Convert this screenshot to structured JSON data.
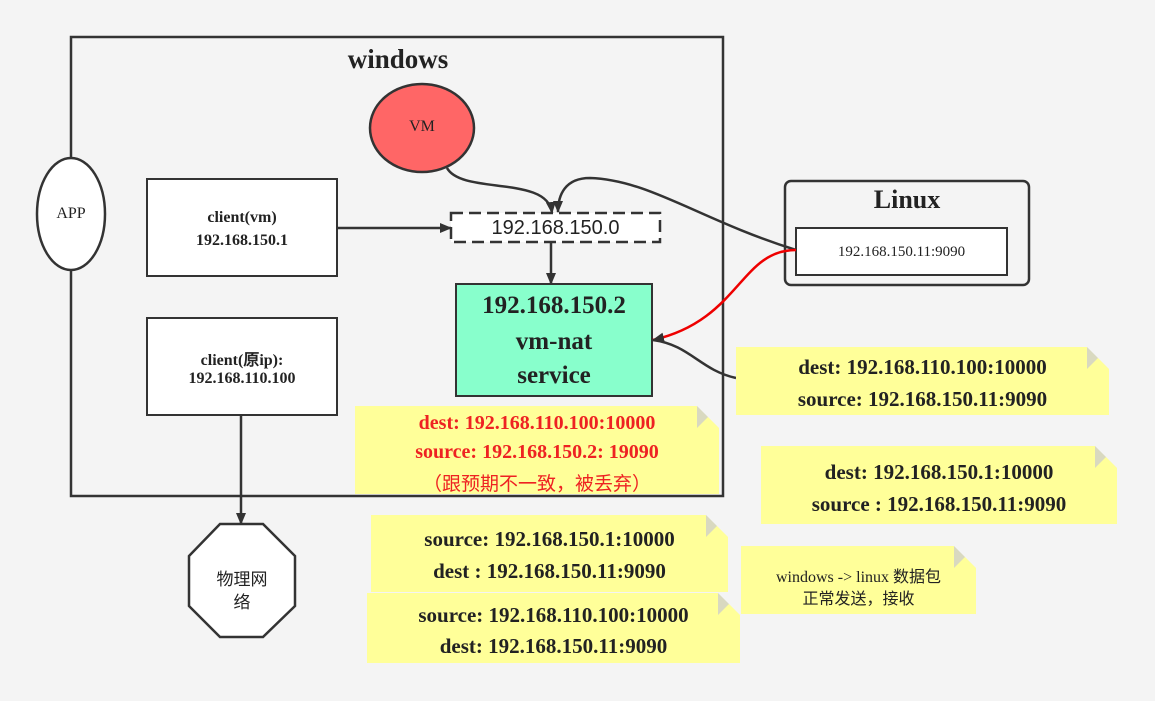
{
  "windows": {
    "title": "windows"
  },
  "vm": {
    "label": "VM"
  },
  "app": {
    "label": "APP"
  },
  "client_vm": {
    "line1": "client(vm)",
    "line2": "192.168.150.1"
  },
  "client_orig": {
    "line1": "client(原ip):",
    "line2": "192.168.110.100"
  },
  "subnet": {
    "label": "192.168.150.0"
  },
  "nat": {
    "line1": "192.168.150.2",
    "line2": "vm-nat",
    "line3": "service"
  },
  "linux": {
    "title": "Linux",
    "addr": "192.168.150.11:9090"
  },
  "physical": {
    "line1": "物理网",
    "line2": "络"
  },
  "notes": {
    "dropped": {
      "line1": "dest: 192.168.110.100:10000",
      "line2": "source: 192.168.150.2: 19090",
      "line3": "（跟预期不一致，被丢弃）"
    },
    "linux_reply": {
      "line1": "dest: 192.168.110.100:10000",
      "line2": "source: 192.168.150.11:9090"
    },
    "expected": {
      "line1": "dest: 192.168.150.1:10000",
      "line2": "source : 192.168.150.11:9090"
    },
    "out_vm": {
      "line1": "source: 192.168.150.1:10000",
      "line2": "dest : 192.168.150.11:9090"
    },
    "out_orig": {
      "line1": "source: 192.168.110.100:10000",
      "line2": "dest: 192.168.150.11:9090"
    },
    "comment": {
      "line1": "windows -> linux 数据包",
      "line2": "正常发送，接收"
    }
  },
  "colors": {
    "red_text": "#ee2222",
    "vm_fill": "#ff6666",
    "nat_fill": "#88ffcc",
    "note_fill": "#ffff99",
    "red_line": "#ee0000"
  }
}
